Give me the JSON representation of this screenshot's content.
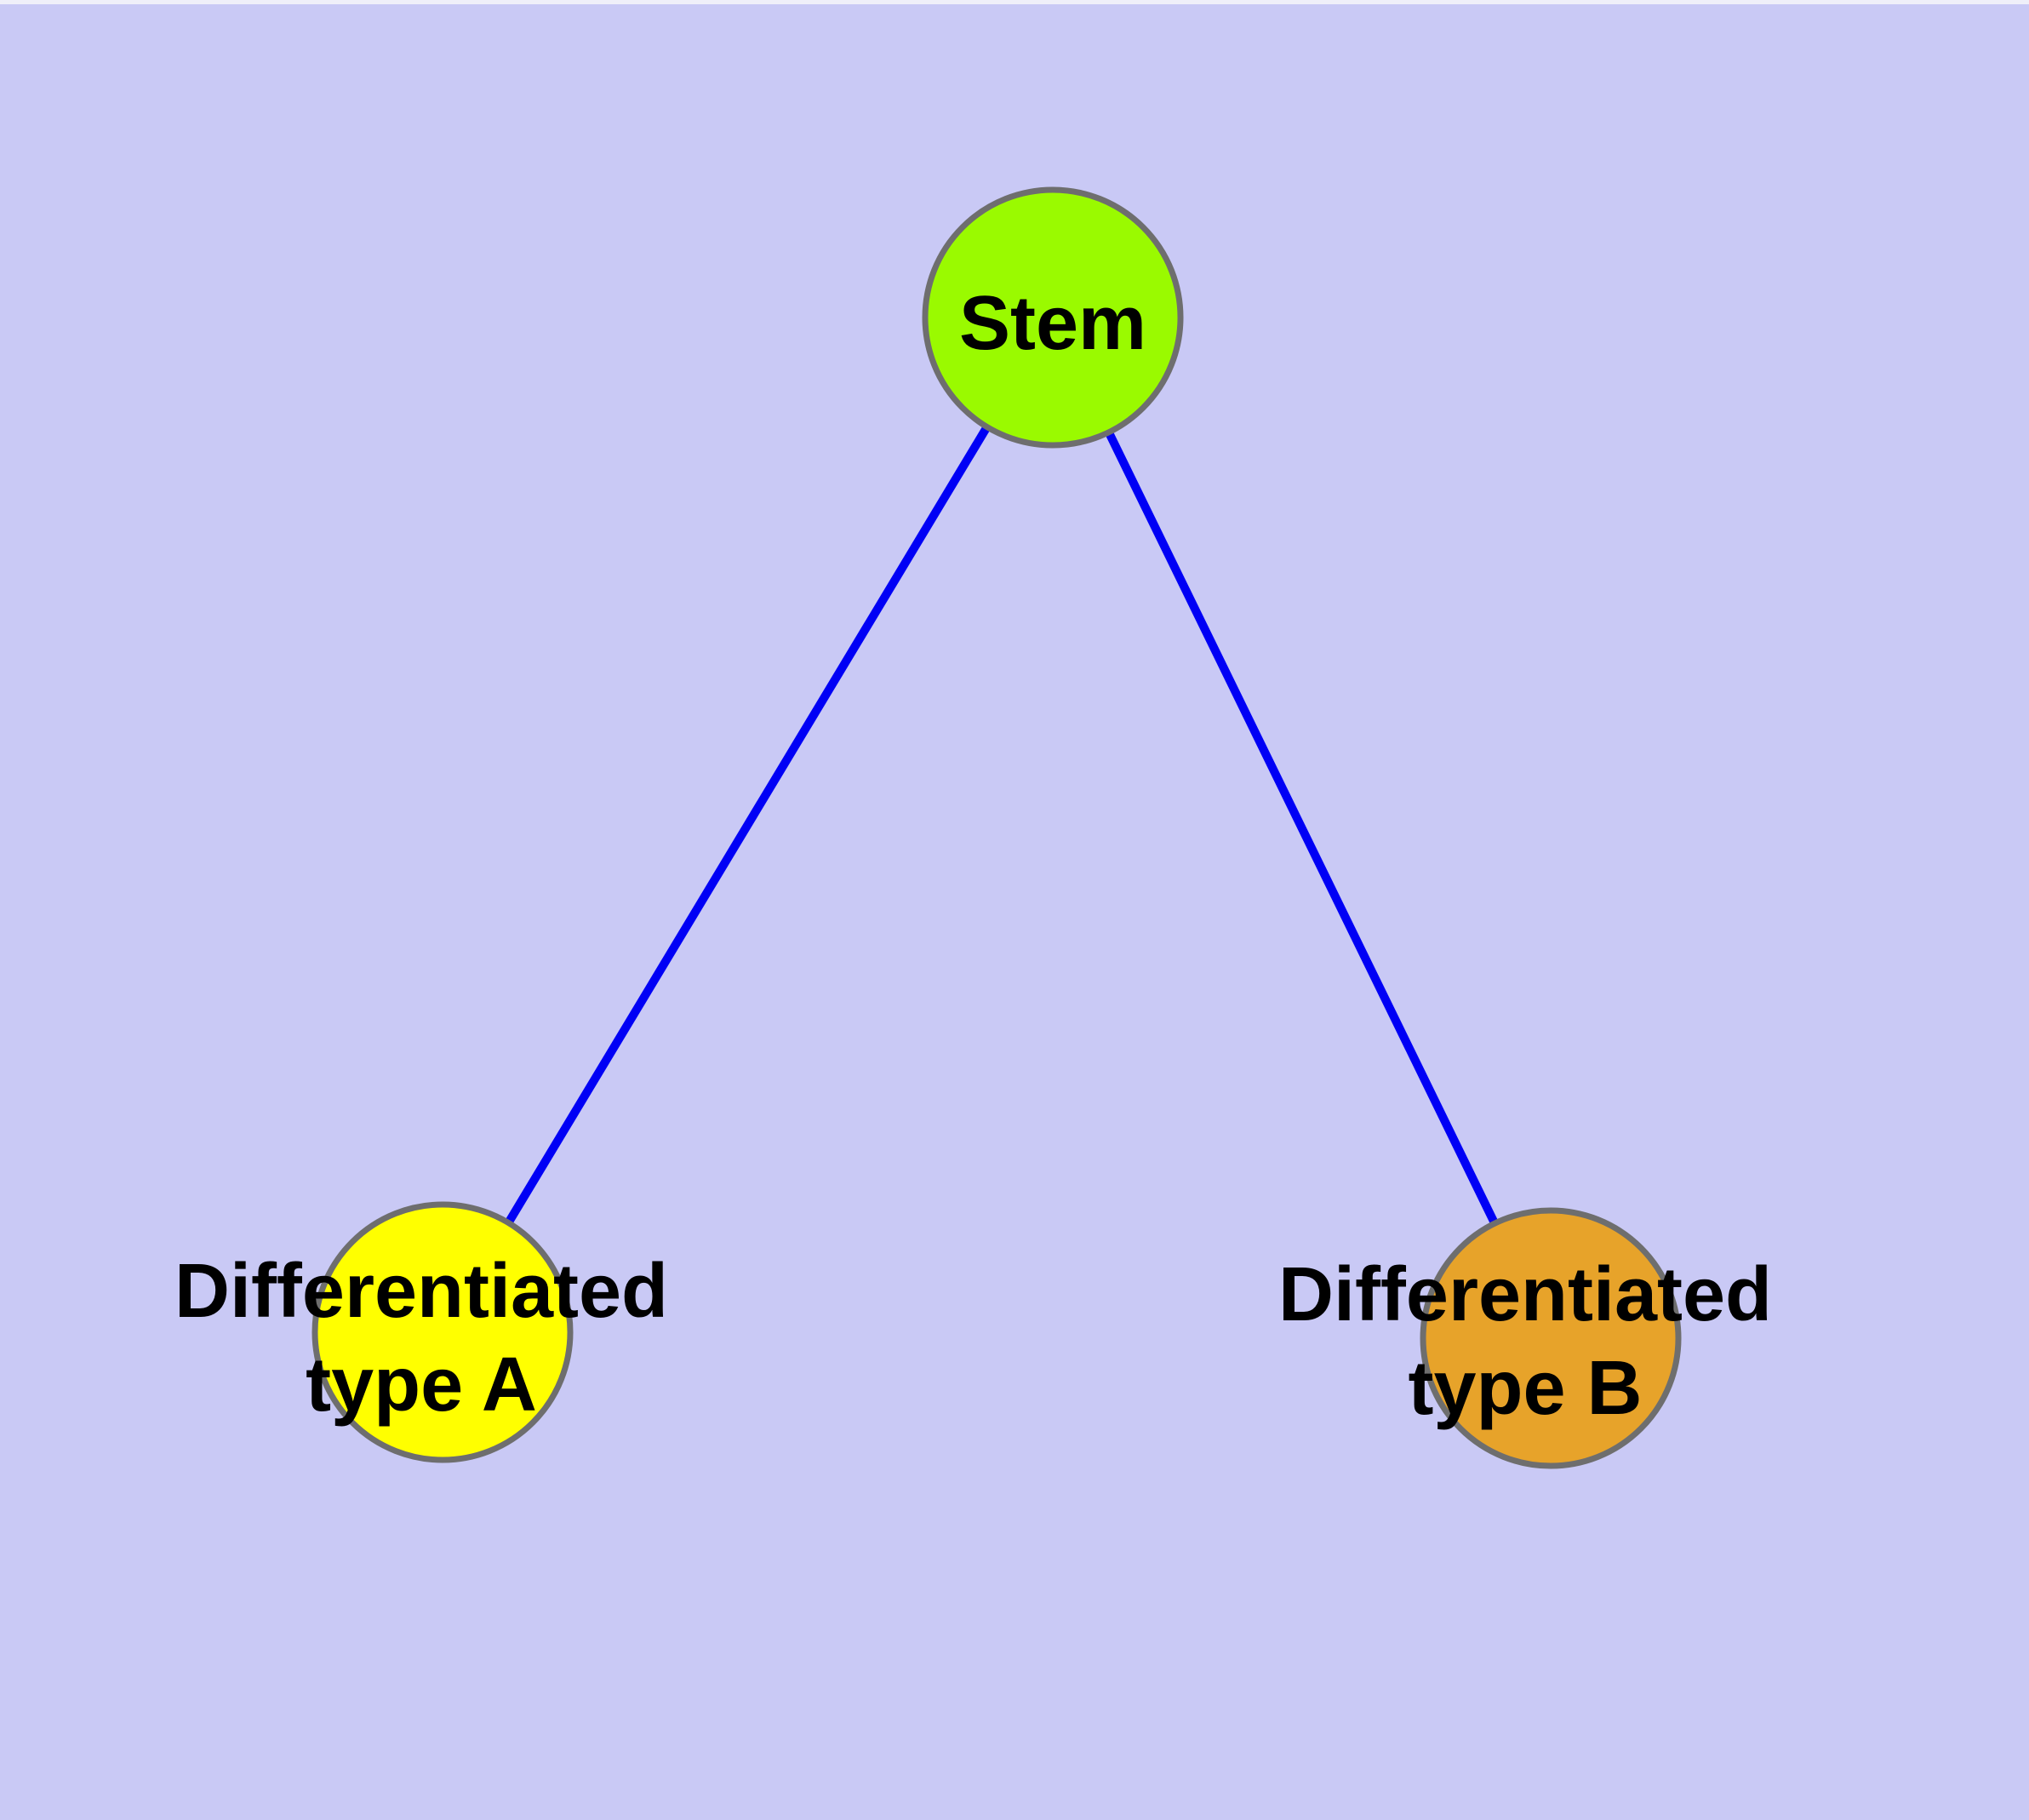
{
  "diagram": {
    "background_color": "#c9c9f5",
    "top_strip_color": "#efeff9",
    "text_color": "#000000",
    "node_border_color": "#6e6e6e",
    "edge_color": "#0000f5",
    "nodes": [
      {
        "id": "stem",
        "label": "Stem",
        "label_line1": "Stem",
        "label_line2": "",
        "fill_color": "#9afa00"
      },
      {
        "id": "differentiated-type-a",
        "label": "Differentiated type A",
        "label_line1": "Differentiated",
        "label_line2": "type A",
        "fill_color": "#ffff00"
      },
      {
        "id": "differentiated-type-b",
        "label": "Differentiated type B",
        "label_line1": "Differentiated",
        "label_line2": "type B",
        "fill_color": "#e7a32a"
      }
    ],
    "edges": [
      {
        "from": "Stem",
        "to": "Differentiated type A"
      },
      {
        "from": "Stem",
        "to": "Differentiated type B"
      }
    ]
  }
}
